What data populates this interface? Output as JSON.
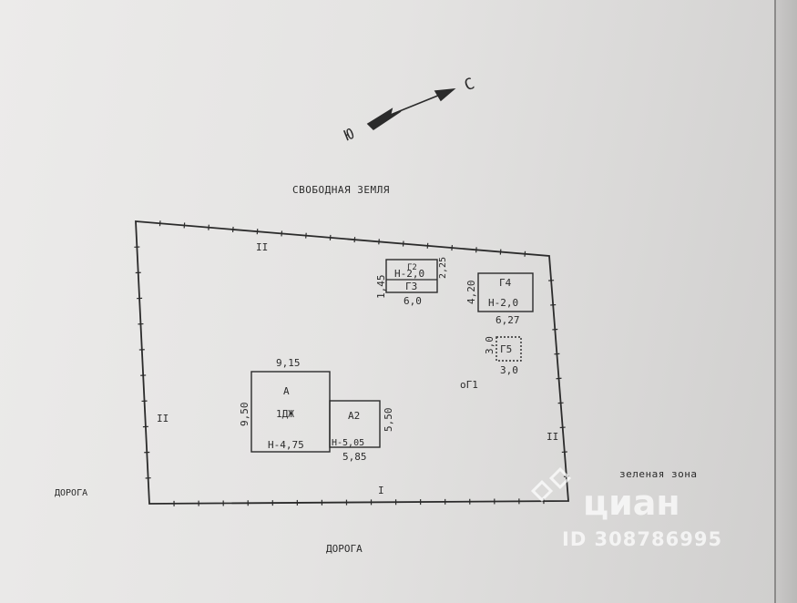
{
  "compass": {
    "north": "С",
    "south": "Ю"
  },
  "surroundings": {
    "top": "СВОБОДНАЯ ЗЕМЛЯ",
    "left": "ДОРОГА",
    "bottom": "ДОРОГА",
    "right": "зеленая зона"
  },
  "plot_sides": {
    "top": "II",
    "left": "II",
    "right": "II",
    "bottom": "I"
  },
  "buildings": {
    "A": {
      "name": "А",
      "use": "1ДЖ",
      "height": "Н-4,75",
      "width": "9,15",
      "depth": "9,50"
    },
    "A2": {
      "name": "А2",
      "height": "Н-5,05",
      "width": "5,85",
      "depth": "5,50"
    },
    "G2": {
      "name": "Г2",
      "height": "Н-2,0",
      "side": "2,25"
    },
    "G3": {
      "name": "Г3",
      "width": "6,0",
      "depth": "1,45"
    },
    "G4": {
      "name": "Г4",
      "height": "Н-2,0",
      "width": "6,27",
      "depth": "4,20"
    },
    "G5": {
      "name": "Г5",
      "width": "3,0",
      "depth": "3,0"
    }
  },
  "point_G1": "оГ1",
  "watermark": {
    "brand": "циан",
    "id": "ID 308786995"
  }
}
